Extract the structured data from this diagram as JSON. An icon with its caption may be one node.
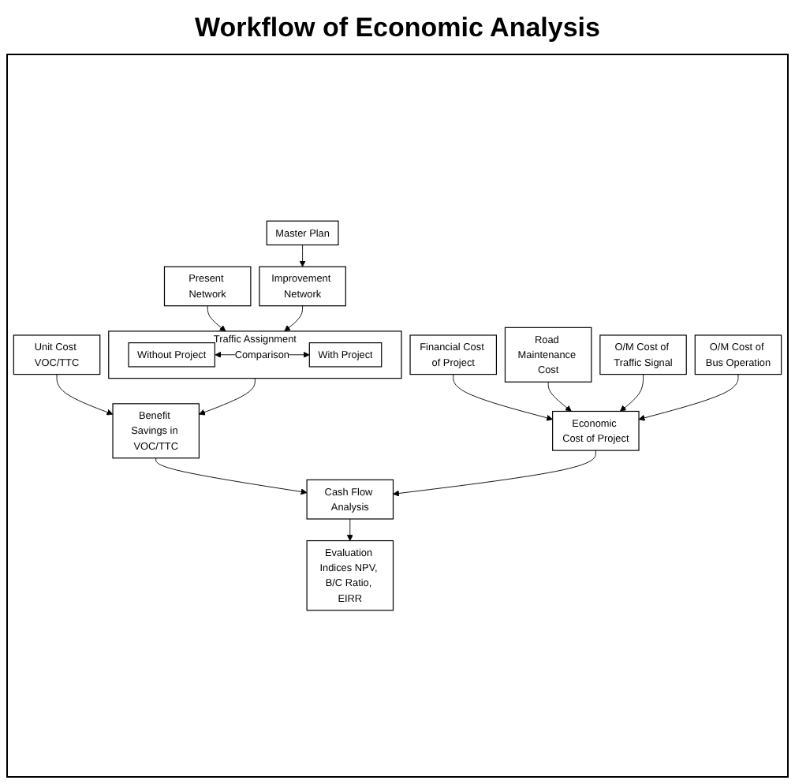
{
  "diagram": {
    "title": "Workflow of Economic Analysis",
    "nodes": [
      {
        "text": [
          "Present Network"
        ]
      },
      {
        "text": [
          "Master Plan"
        ]
      },
      {
        "text": [
          "Financial Cost of Project"
        ]
      },
      {
        "text": [
          "Improvement Network"
        ]
      },
      {
        "text": [
          "Road Maintenance Cost"
        ]
      },
      {
        "text": [
          "Traffic Assignment"
        ]
      },
      {
        "text": [
          "Without Project"
        ],
        "in": 5
      },
      {
        "text": [
          "With Project"
        ],
        "in": 5
      },
      {
        "text": [
          "O/M Cost of Traffic Signal"
        ]
      },
      {
        "text": [
          "O/M Cost of Bus Operation"
        ]
      },
      {
        "text": [
          "Unit Cost VOC/TTC"
        ]
      },
      {
        "text": [
          "Benefit Savings in VOC/TTC"
        ]
      },
      {
        "text": [
          "Economic Cost of Project"
        ]
      },
      {
        "text": [
          "Cash Flow Analysis"
        ]
      },
      {
        "text": [
          "Evaluation Indices NPV, B/C Ratio, EIRR"
        ]
      }
    ],
    "edges": [
      {
        "from": 0,
        "to": 5,
        "arrow": "to"
      },
      {
        "from": 1,
        "to": 3,
        "arrow": "to"
      },
      {
        "from": 3,
        "to": 5,
        "arrow": "to"
      },
      {
        "from": 6,
        "to": 7,
        "arrow": "both",
        "label": "Comparison"
      },
      {
        "from": 2,
        "to": 12,
        "arrow": "to"
      },
      {
        "from": 4,
        "to": 12,
        "arrow": "to"
      },
      {
        "from": 8,
        "to": 12,
        "arrow": "to"
      },
      {
        "from": 9,
        "to": 12,
        "arrow": "to"
      },
      {
        "from": 5,
        "to": 11,
        "arrow": "to"
      },
      {
        "from": 10,
        "to": 11,
        "arrow": "to"
      },
      {
        "from": 11,
        "to": 13,
        "arrow": "to"
      },
      {
        "from": 12,
        "to": 13,
        "arrow": "to"
      },
      {
        "from": 13,
        "to": 14,
        "arrow": "to"
      }
    ]
  }
}
